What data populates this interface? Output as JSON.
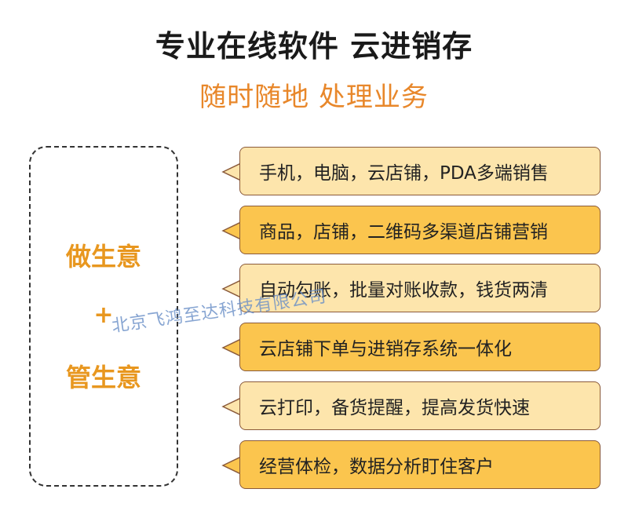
{
  "header": {
    "title": "专业在线软件 云进销存",
    "subtitle": "随时随地 处理业务"
  },
  "left_panel": {
    "line1": "做生意",
    "plus": "+",
    "line2": "管生意"
  },
  "features": [
    {
      "label": "手机，电脑，云店铺，PDA多端销售",
      "style": "light"
    },
    {
      "label": "商品，店铺，二维码多渠道店铺营销",
      "style": "dark"
    },
    {
      "label": "自动勾账，批量对账收款，钱货两清",
      "style": "light"
    },
    {
      "label": "云店铺下单与进销存系统一体化",
      "style": "dark"
    },
    {
      "label": "云打印，备货提醒，提高发货快速",
      "style": "light"
    },
    {
      "label": "经营体检，数据分析盯住客户",
      "style": "dark"
    }
  ],
  "watermark": "北京飞鸿至达科技有限公司",
  "colors": {
    "accent_orange": "#e8872a",
    "light_fill": "#fde5ac",
    "dark_fill": "#fbc54e"
  }
}
